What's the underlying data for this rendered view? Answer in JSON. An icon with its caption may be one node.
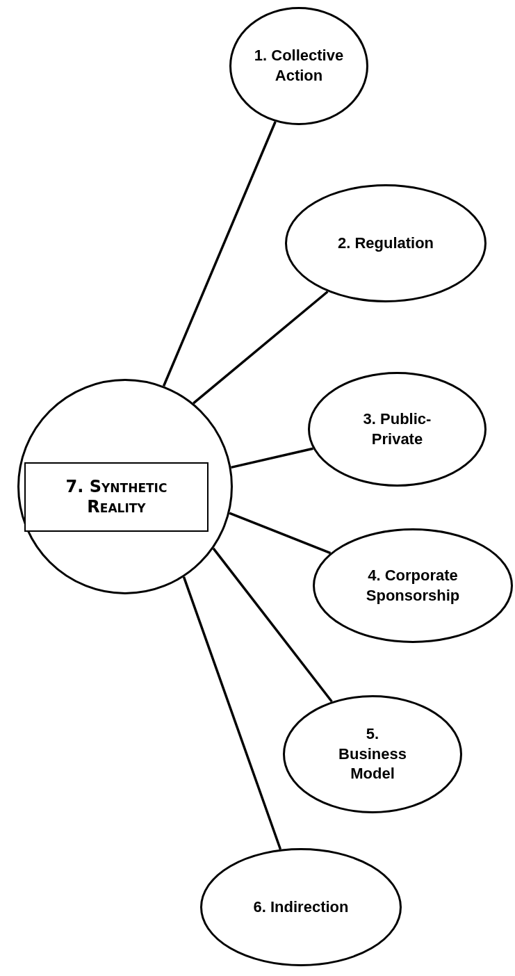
{
  "diagram": {
    "nodes": [
      {
        "text": [],
        "shape": "circle"
      },
      {
        "text": [
          "7. Synthetic Reality"
        ],
        "in": 0
      },
      {
        "text": [
          "1. Collective Action"
        ]
      },
      {
        "text": [
          "2. Regulation"
        ]
      },
      {
        "text": [
          "3. Public- Private"
        ]
      },
      {
        "text": [
          "4. Corporate Sponsorship"
        ]
      },
      {
        "text": [
          "5. Business Model"
        ]
      },
      {
        "text": [
          "6. Indirection"
        ]
      }
    ],
    "edges": [
      {
        "from": 0,
        "to": 2,
        "arrow": "none"
      },
      {
        "from": 0,
        "to": 3,
        "arrow": "none"
      },
      {
        "from": 0,
        "to": 4,
        "arrow": "none"
      },
      {
        "from": 0,
        "to": 5,
        "arrow": "none"
      },
      {
        "from": 0,
        "to": 6,
        "arrow": "none"
      },
      {
        "from": 0,
        "to": 7,
        "arrow": "none"
      }
    ]
  }
}
